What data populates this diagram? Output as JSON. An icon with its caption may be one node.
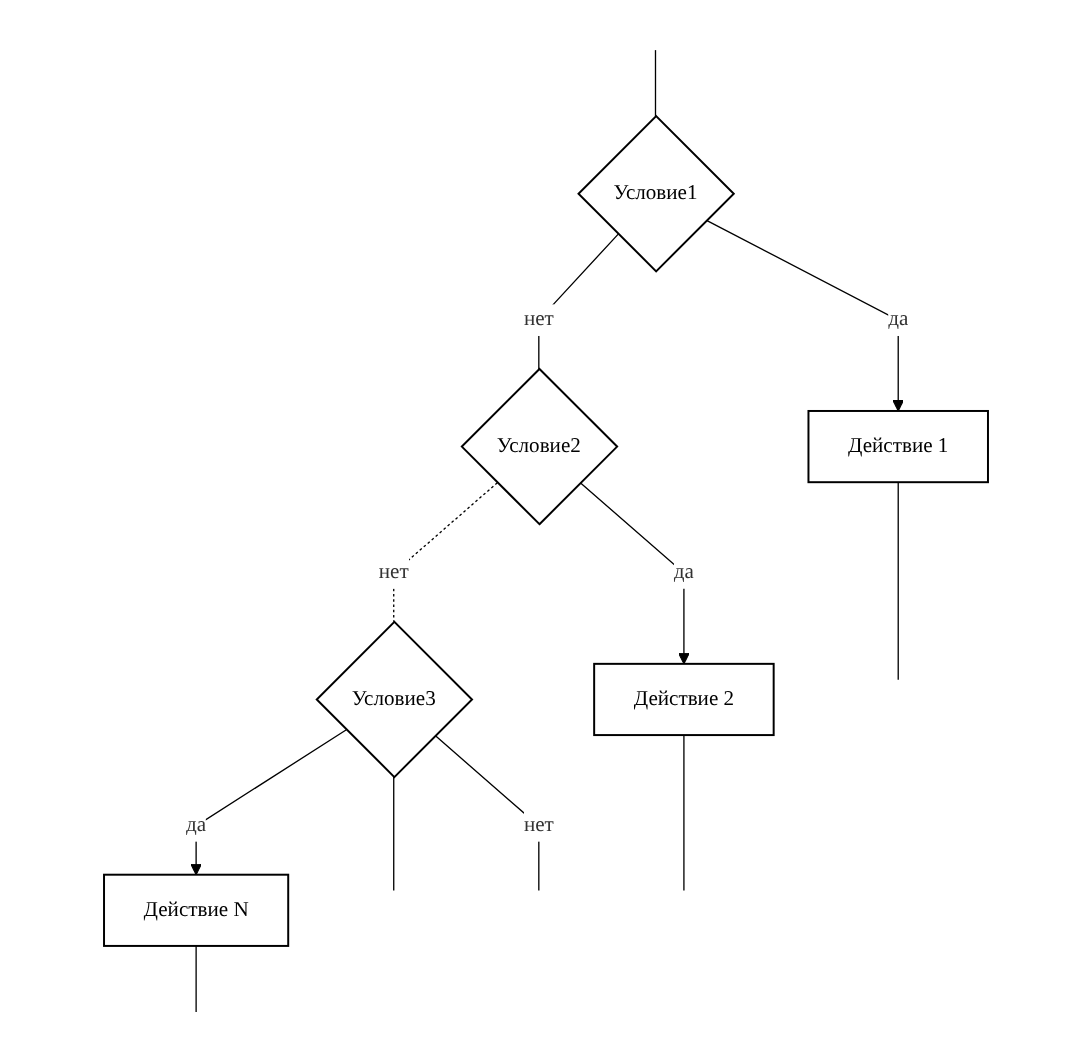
{
  "diagram": {
    "nodes": [
      {
        "text": [
          "Условие1"
        ]
      },
      {
        "text": [
          "Действие 1"
        ]
      },
      {
        "text": [
          "Условие2"
        ]
      },
      {
        "text": [
          "Действие 2"
        ]
      },
      {
        "text": [
          "Условие3"
        ]
      },
      {
        "text": [
          "Действие N"
        ]
      }
    ],
    "edges": [
      {
        "from": null,
        "to": 0,
        "arrow": "none"
      },
      {
        "from": 0,
        "to": 2,
        "arrow": "none",
        "label": "нет"
      },
      {
        "from": 2,
        "to": 4,
        "arrow": "none",
        "label": "нет",
        "style": "dashed"
      },
      {
        "from": 4,
        "to": null,
        "arrow": "none"
      },
      {
        "from": 4,
        "to": null,
        "arrow": "none",
        "label": "нет"
      },
      {
        "from": 0,
        "to": 1,
        "arrow": "to",
        "label": "да"
      },
      {
        "from": 1,
        "to": null,
        "arrow": "none"
      },
      {
        "from": 2,
        "to": 3,
        "arrow": "to",
        "label": "да"
      },
      {
        "from": 3,
        "to": null,
        "arrow": "none"
      },
      {
        "from": 4,
        "to": 5,
        "arrow": "to",
        "label": "да"
      },
      {
        "from": 5,
        "to": null,
        "arrow": "none"
      }
    ]
  }
}
